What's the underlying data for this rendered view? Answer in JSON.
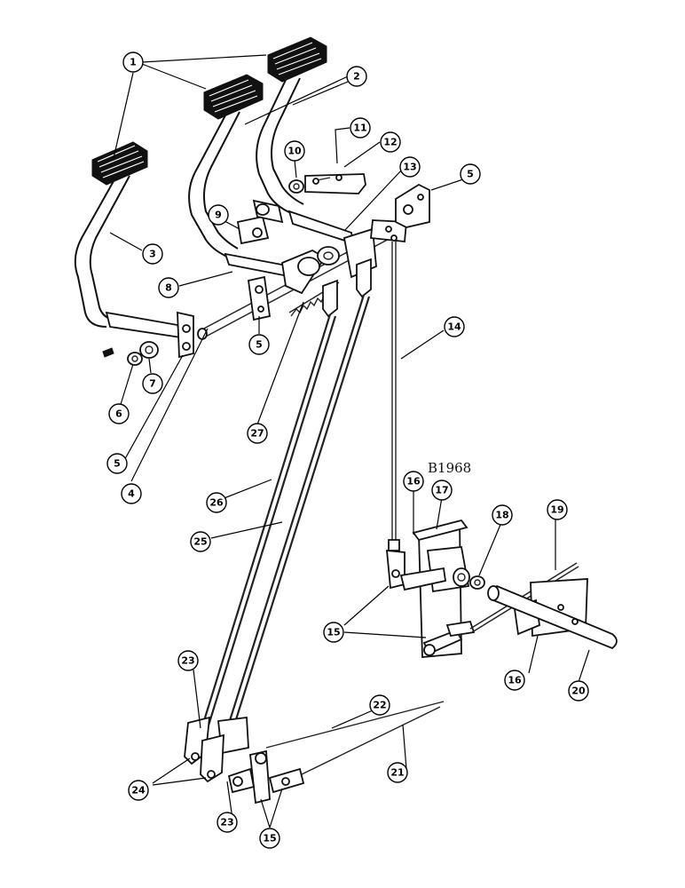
{
  "drawing_ref": "B1968",
  "callouts": [
    {
      "id": "c1",
      "label": "1"
    },
    {
      "id": "c2",
      "label": "2"
    },
    {
      "id": "c3",
      "label": "3"
    },
    {
      "id": "c4",
      "label": "4"
    },
    {
      "id": "c5a",
      "label": "5"
    },
    {
      "id": "c5b",
      "label": "5"
    },
    {
      "id": "c5c",
      "label": "5"
    },
    {
      "id": "c6",
      "label": "6"
    },
    {
      "id": "c7",
      "label": "7"
    },
    {
      "id": "c8",
      "label": "8"
    },
    {
      "id": "c9",
      "label": "9"
    },
    {
      "id": "c10",
      "label": "10"
    },
    {
      "id": "c11",
      "label": "11"
    },
    {
      "id": "c12",
      "label": "12"
    },
    {
      "id": "c13",
      "label": "13"
    },
    {
      "id": "c14",
      "label": "14"
    },
    {
      "id": "c15a",
      "label": "15"
    },
    {
      "id": "c15b",
      "label": "15"
    },
    {
      "id": "c16a",
      "label": "16"
    },
    {
      "id": "c16b",
      "label": "16"
    },
    {
      "id": "c17",
      "label": "17"
    },
    {
      "id": "c18",
      "label": "18"
    },
    {
      "id": "c19",
      "label": "19"
    },
    {
      "id": "c20",
      "label": "20"
    },
    {
      "id": "c21",
      "label": "21"
    },
    {
      "id": "c22",
      "label": "22"
    },
    {
      "id": "c23a",
      "label": "23"
    },
    {
      "id": "c23b",
      "label": "23"
    },
    {
      "id": "c24",
      "label": "24"
    },
    {
      "id": "c25",
      "label": "25"
    },
    {
      "id": "c26",
      "label": "26"
    },
    {
      "id": "c27",
      "label": "27"
    }
  ]
}
